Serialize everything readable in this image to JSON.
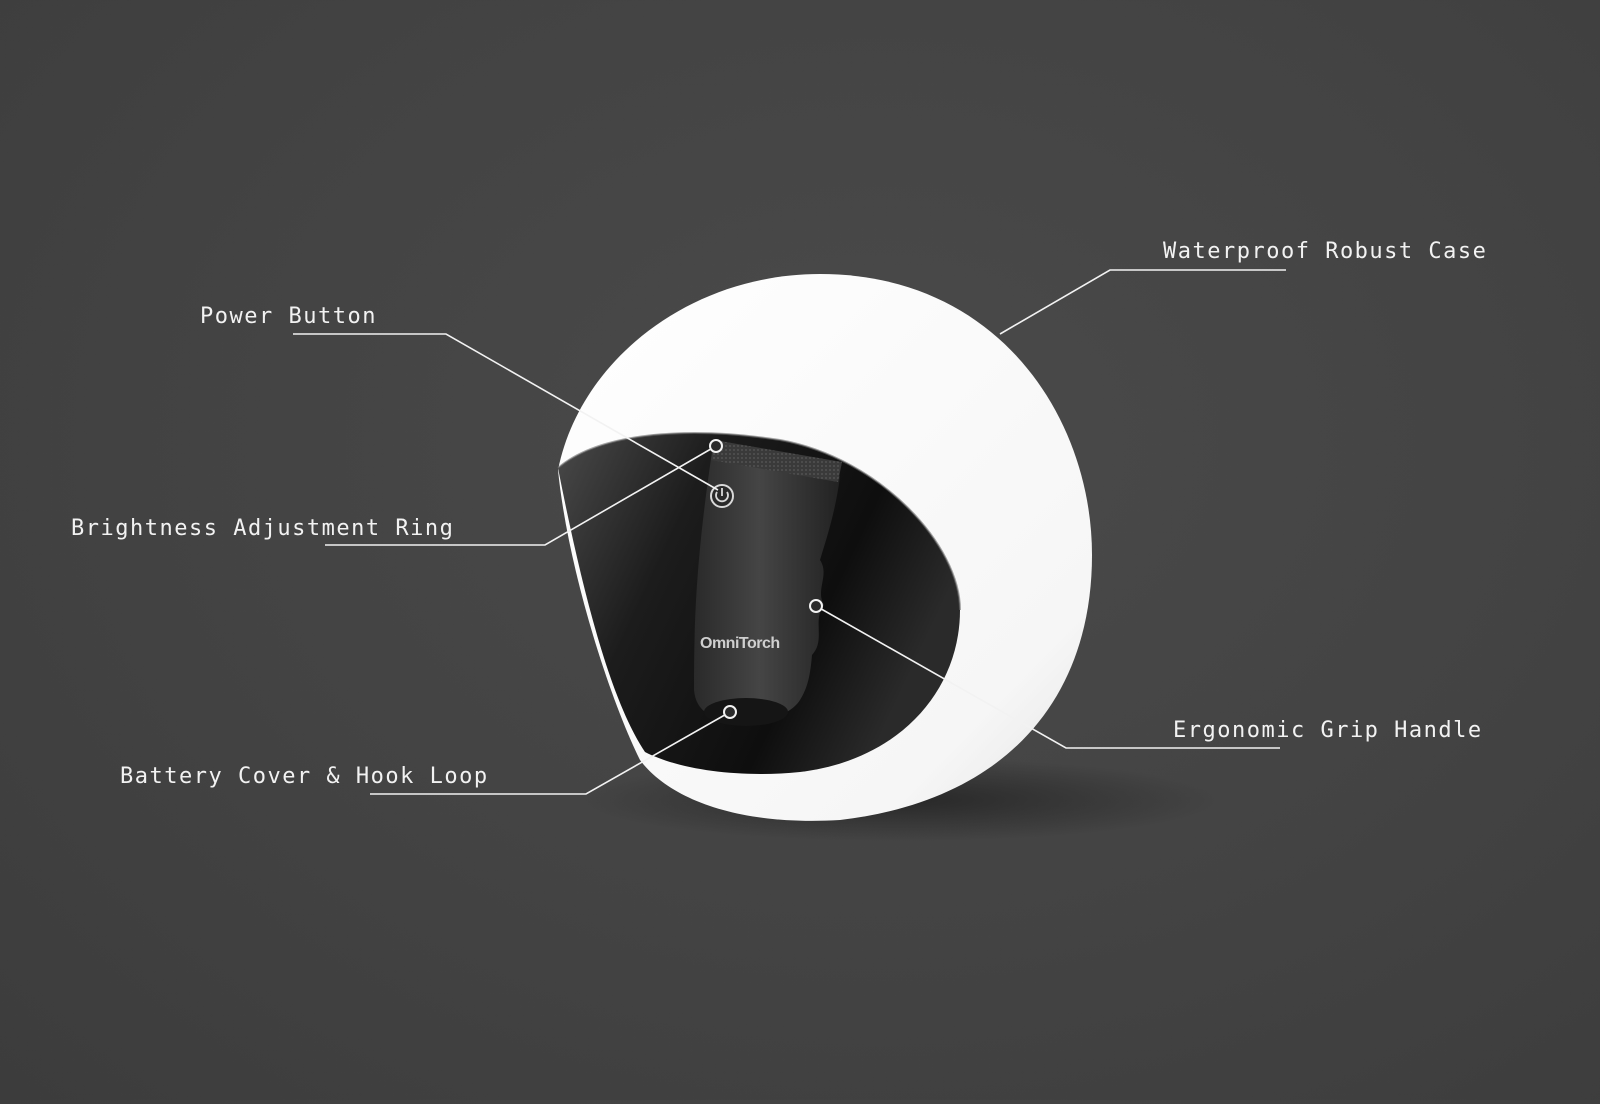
{
  "callouts": {
    "case": "Waterproof Robust Case",
    "power": "Power Button",
    "ring": "Brightness Adjustment Ring",
    "grip": "Ergonomic Grip Handle",
    "battery": "Battery Cover & Hook Loop"
  },
  "product": {
    "brand_text": "OmniTorch"
  },
  "colors": {
    "background": "#444444",
    "case_shell": "#ffffff",
    "case_interior": "#1a1a1a",
    "torch_body": "#333333",
    "callout_text": "#f2f2f2",
    "leader_line": "#f2f2f2"
  }
}
